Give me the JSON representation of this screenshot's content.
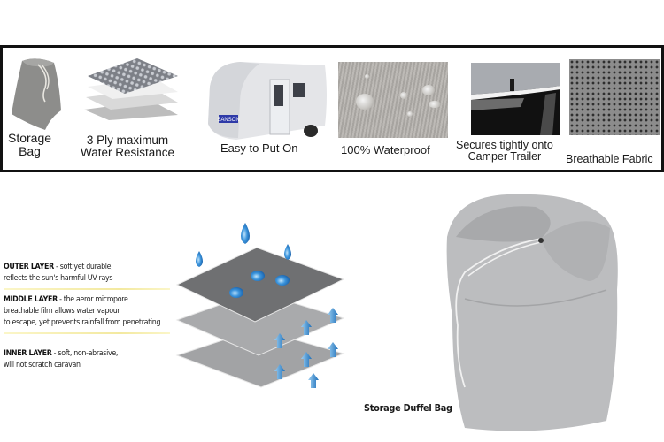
{
  "banner": {
    "features": [
      {
        "id": "storage-bag",
        "line1": "Storage",
        "line2": "Bag",
        "icon": "drawstring-bag-icon"
      },
      {
        "id": "three-ply",
        "line1": "3 Ply maximum",
        "line2": "Water Resistance",
        "icon": "fabric-layers-icon"
      },
      {
        "id": "easy-put-on",
        "line1": "Easy to Put On",
        "icon": "covered-caravan-icon",
        "brand_label": "SANSON"
      },
      {
        "id": "waterproof",
        "line1": "100% Waterproof",
        "icon": "water-droplets-fabric-icon"
      },
      {
        "id": "secures",
        "line1": "Secures tightly onto",
        "line2": "Camper Trailer",
        "icon": "clip-strap-icon"
      },
      {
        "id": "breathable",
        "line1": "Breathable Fabric",
        "icon": "perforated-fabric-icon"
      }
    ],
    "border_color": "#111111"
  },
  "layers": {
    "outer": {
      "title": "OUTER LAYER",
      "desc1": " - soft yet durable,",
      "desc2": "reflects the sun's harmful UV rays"
    },
    "middle": {
      "title": "MIDDLE LAYER",
      "desc1": " - the aeror micropore",
      "desc2": "breathable film allows water vapour",
      "desc3": "to escape, yet prevents rainfall from penetrating"
    },
    "inner": {
      "title": "INNER LAYER",
      "desc1": " - soft, non-abrasive,",
      "desc2": "will not scratch caravan"
    },
    "colors": {
      "outer_sheet": "#6f7072",
      "mid_sheet": "#a9aaac",
      "inner_sheet": "#a2a3a5",
      "drop": "#2f86d6",
      "divider": "#f1e69a"
    }
  },
  "duffel": {
    "caption": "Storage Duffel Bag",
    "bag_color": "#bcbdbf"
  }
}
